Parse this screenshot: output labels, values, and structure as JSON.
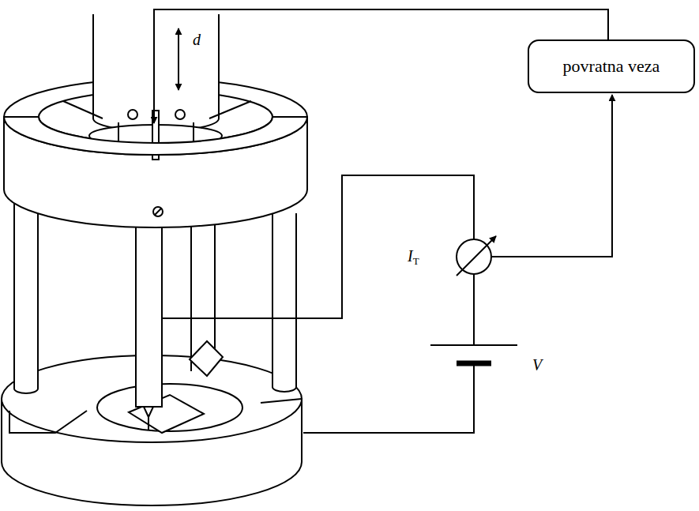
{
  "diagram": {
    "nodes": [
      {
        "text": [
          "povratna veza"
        ]
      }
    ],
    "labels": [
      "d",
      "IT",
      "V"
    ]
  }
}
